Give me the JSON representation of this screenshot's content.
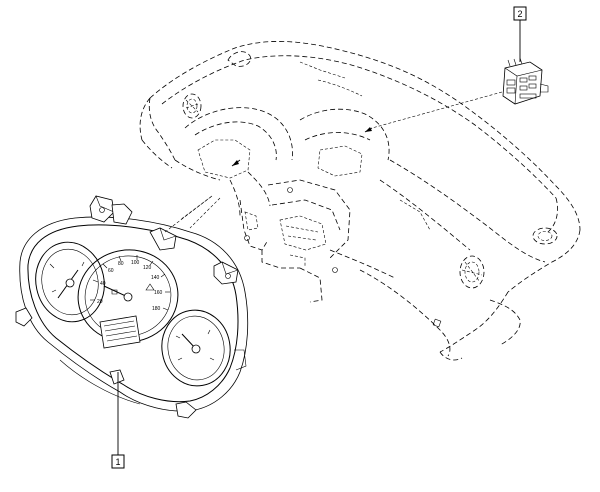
{
  "callouts": [
    {
      "id": "1",
      "label": "1"
    },
    {
      "id": "2",
      "label": "2"
    }
  ],
  "dial_scale": [
    "20",
    "40",
    "60",
    "80",
    "100",
    "120",
    "140",
    "160",
    "180"
  ],
  "colors": {
    "line": "#000000",
    "background": "#ffffff"
  }
}
